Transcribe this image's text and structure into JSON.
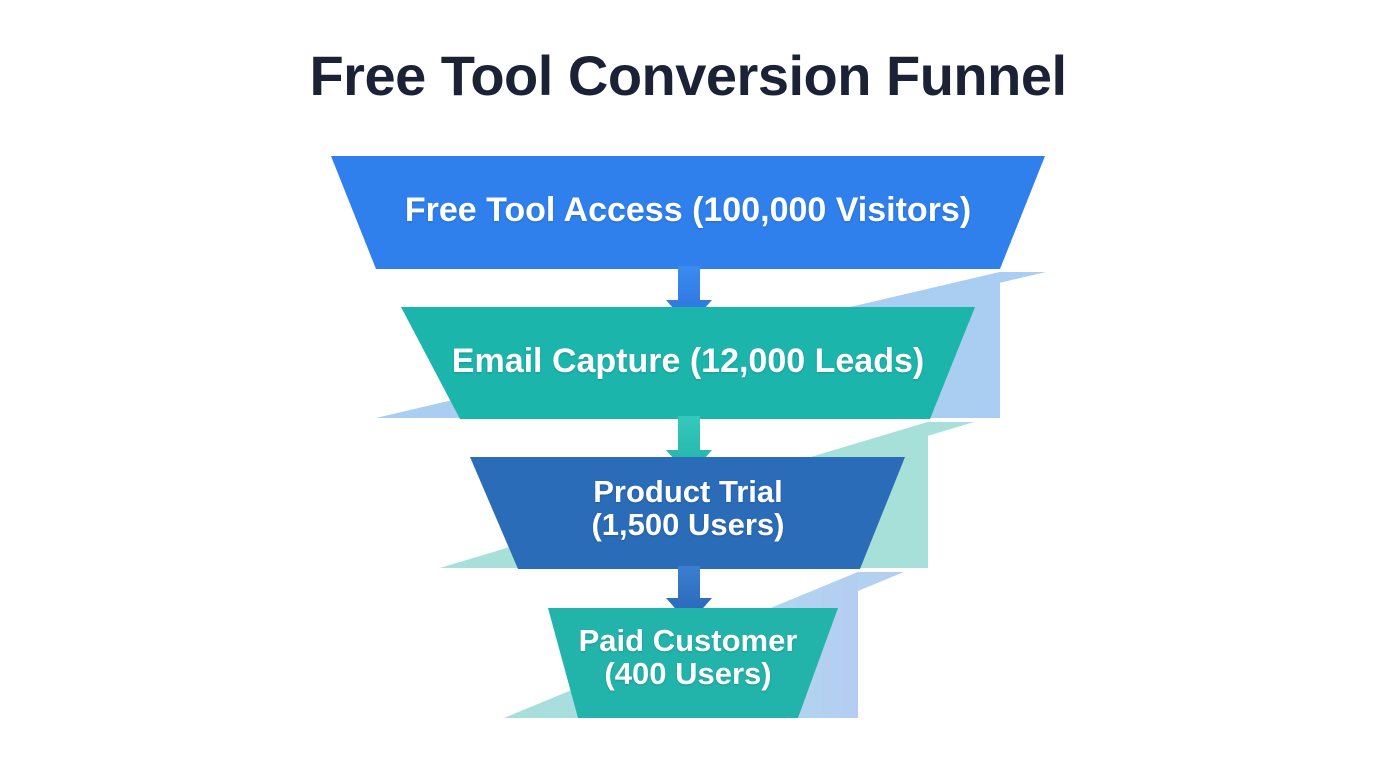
{
  "title": "Free Tool Conversion Funnel",
  "background_color": "#ffffff",
  "title_color": "#1b2236",
  "chart_data": {
    "type": "funnel",
    "title": "Free Tool Conversion Funnel",
    "xlabel": "",
    "ylabel": "",
    "categories": [
      "Free Tool Access",
      "Email Capture",
      "Product Trial",
      "Paid Customer"
    ],
    "values": [
      100000,
      12000,
      1500,
      400
    ],
    "units": [
      "Visitors",
      "Leads",
      "Users",
      "Users"
    ],
    "value_labels": [
      "100,000",
      "12,000",
      "1,500",
      "400"
    ],
    "stage_labels": [
      "Free Tool Access (100,000 Visitors)",
      "Email Capture (12,000 Leads)",
      "Product Trial\n(1,500 Users)",
      "Paid Customer\n(400 Users)"
    ],
    "colors": [
      "#2f80ed",
      "#1cb5ac",
      "#2b6cb8",
      "#22b4ab"
    ],
    "connector_colors": [
      "#aacdf2",
      "#a6e0d9",
      "#a6dfd9"
    ],
    "arrow_colors": [
      "#2f80ed",
      "#2cbdb2",
      "#2d6fc4"
    ],
    "legend": [],
    "grid": false
  },
  "stages": [
    {
      "id": "stage-1",
      "name": "Free Tool Access",
      "label": "Free Tool Access (100,000 Visitors)",
      "value": "100,000",
      "unit": "Visitors",
      "color": "#2f80ed"
    },
    {
      "id": "stage-2",
      "name": "Email Capture",
      "label": "Email Capture (12,000 Leads)",
      "value": "12,000",
      "unit": "Leads",
      "color": "#1cb5ac"
    },
    {
      "id": "stage-3",
      "name": "Product Trial",
      "label": "Product Trial\n(1,500 Users)",
      "value": "1,500",
      "unit": "Users",
      "color": "#2b6cb8"
    },
    {
      "id": "stage-4",
      "name": "Paid Customer",
      "label": "Paid Customer\n(400 Users)",
      "value": "400",
      "unit": "Users",
      "color": "#22b4ab"
    }
  ],
  "connectors": [
    {
      "id": "connector-1",
      "from": "Free Tool Access",
      "to": "Email Capture",
      "color": "#aacdf2",
      "arrow_color": "#2f80ed",
      "arrow_icon": "arrow-down-icon"
    },
    {
      "id": "connector-2",
      "from": "Email Capture",
      "to": "Product Trial",
      "color": "#a6e0d9",
      "arrow_color": "#2cbdb2",
      "arrow_icon": "arrow-down-icon"
    },
    {
      "id": "connector-3",
      "from": "Product Trial",
      "to": "Paid Customer",
      "color": "#a6dfd9",
      "arrow_color": "#2d6fc4",
      "arrow_icon": "arrow-down-icon"
    }
  ]
}
